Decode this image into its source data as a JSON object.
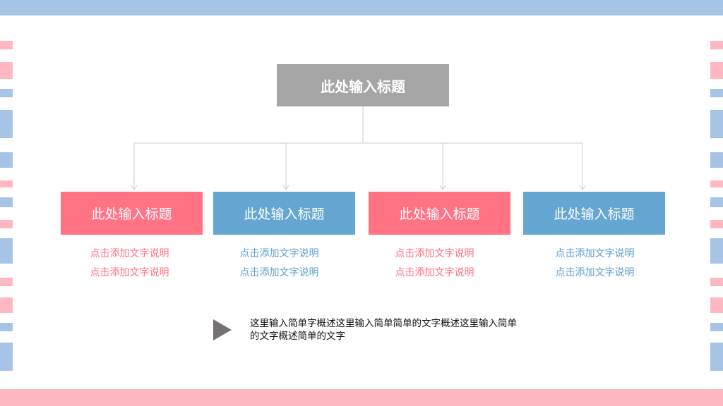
{
  "top_title": "此处输入标题",
  "children": [
    {
      "title": "此处输入标题",
      "lines": [
        "点击添加文字说明",
        "点击添加文字说明"
      ],
      "color": "pink"
    },
    {
      "title": "此处输入标题",
      "lines": [
        "点击添加文字说明",
        "点击添加文字说明"
      ],
      "color": "blue"
    },
    {
      "title": "此处输入标题",
      "lines": [
        "点击添加文字说明",
        "点击添加文字说明"
      ],
      "color": "pink"
    },
    {
      "title": "此处输入标题",
      "lines": [
        "点击添加文字说明",
        "点击添加文字说明"
      ],
      "color": "blue"
    }
  ],
  "summary": "这里输入简单字概述这里输入简单简单的文字概述这里输入简单的文字概述简单的文字",
  "colors": {
    "pink": "#ff7385",
    "blue": "#66a6d3",
    "gray": "#a6a6a6",
    "frame_pink": "#ffb8c1",
    "frame_blue": "#a6c4e6"
  },
  "icons": {
    "bullet": "play-triangle-icon"
  }
}
